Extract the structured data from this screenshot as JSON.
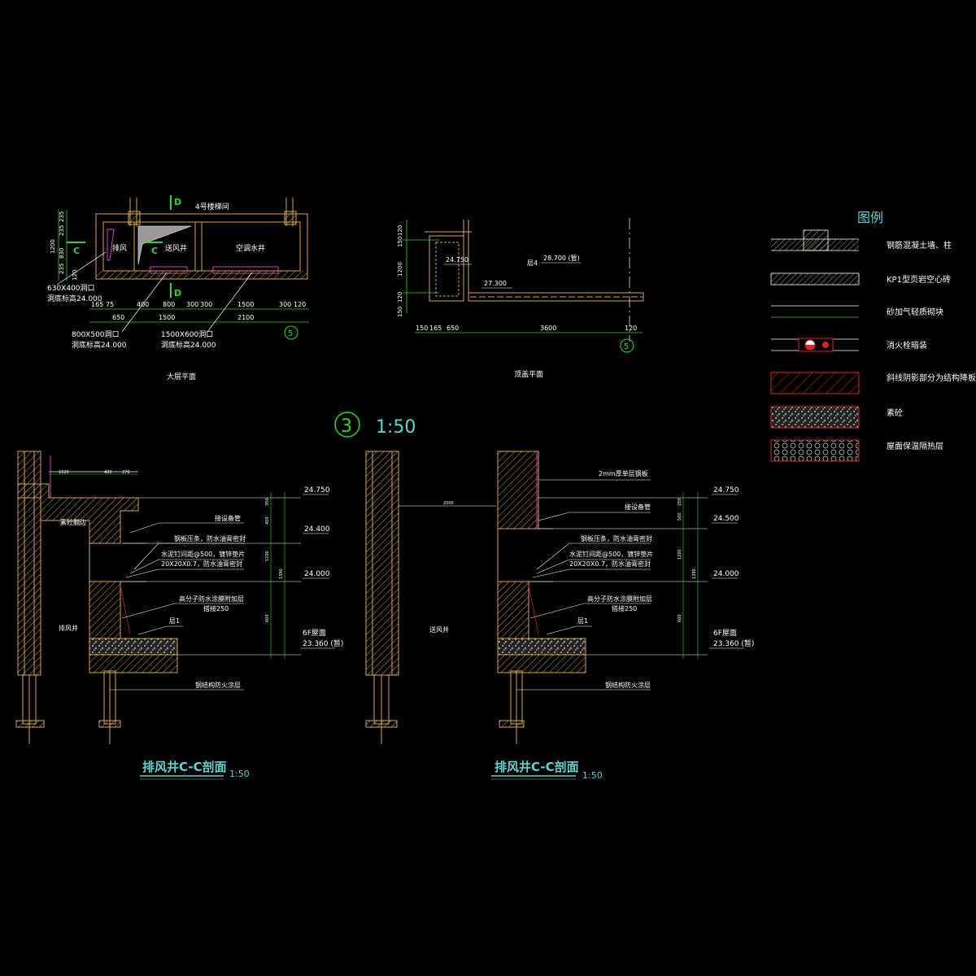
{
  "colors": {
    "background": "#000000",
    "wall": "#d7a64e",
    "line_white": "#ffffff",
    "line_cyan": "#3fd0c8",
    "line_green": "#22dd22",
    "text_cyan": "#5fd4d0",
    "text_yellow": "#f0d050",
    "text_white": "#ffffff",
    "accent_red": "#e02020",
    "accent_magenta": "#d040d0"
  },
  "plan1": {
    "title": "大层平面",
    "room_top_label": "4号楼梯间",
    "room_exhaust": "排风",
    "room_supply": "送风井",
    "room_ac": "空调水井",
    "cut_d": "D",
    "cut_c": "C",
    "dims_left": [
      "235",
      "235",
      "830",
      "235",
      "120",
      "1200"
    ],
    "dims_bottom_row1": [
      "165",
      "75",
      "400",
      "800",
      "300",
      "300",
      "1500",
      "300",
      "120"
    ],
    "dims_bottom_row2": [
      "650",
      "1500",
      "2100"
    ],
    "opening1_line1": "630X400洞口",
    "opening1_line2": "洞底标高24.000",
    "opening2_line1": "800X500洞口",
    "opening2_line2": "洞底标高24.000",
    "opening3_line1": "1500X600洞口",
    "opening3_line2": "洞底标高24.000",
    "axis_label": "5"
  },
  "plan2": {
    "title": "顶盖平面",
    "elev1": "24.750",
    "elev2": "28.700 (暂)",
    "elev2_prefix": "层4",
    "elev3": "27.300",
    "dims_left": [
      "120",
      "150",
      "1200",
      "120",
      "150"
    ],
    "dims_bottom": [
      "150",
      "165",
      "650",
      "3600",
      "120"
    ],
    "axis_label": "5"
  },
  "legend": {
    "title": "图例",
    "items": [
      {
        "label": "钢筋混凝土墙、柱"
      },
      {
        "label": "KP1型页岩空心砖"
      },
      {
        "label": "砂加气轻质砌块"
      },
      {
        "label": "消火栓暗装"
      },
      {
        "label": "斜线阴影部分为结构降板"
      },
      {
        "label": "素砼"
      },
      {
        "label": "屋面保温隔热层"
      }
    ]
  },
  "scale_marker": {
    "number": "3",
    "scale": "1:50"
  },
  "section_left": {
    "title": "排风井C-C剖面",
    "scale": "1:50",
    "shaft_label": "排风井",
    "note_concrete": "素砼翻边",
    "elevations": [
      "24.750",
      "24.400",
      "24.000",
      "23.360 (暂)"
    ],
    "elev_floor_label": "6F屋面",
    "annotations": [
      "接设备管",
      "钢板压条，防水油膏密封",
      "水泥钉间距@500，镀锌垫片",
      "20X20X0.7，防水油膏密封",
      "高分子防水涂膜附加层",
      "搭接250",
      "层1",
      "钢结构防火涂层"
    ],
    "dims_right": [
      "350",
      "400",
      "1200",
      "600",
      "1390"
    ],
    "dims_top": [
      "1020",
      "400",
      "270"
    ]
  },
  "section_right": {
    "title": "排风井C-C剖面",
    "scale": "1:50",
    "shaft_label": "送风井",
    "elevations": [
      "24.750",
      "24.500",
      "24.000",
      "23.360 (暂)"
    ],
    "elev_floor_label": "6F屋面",
    "annotations": [
      "2mm厚单层钢板",
      "接设备管",
      "钢板压条，防水油膏密封",
      "水泥钉间距@500，镀锌垫片",
      "20X20X0.7，防水油膏密封",
      "高分子防水涂膜附加层",
      "搭接250",
      "层1",
      "钢结构防火涂层"
    ],
    "dims_right": [
      "250",
      "500",
      "1200",
      "600",
      "1390"
    ],
    "dims_mid": [
      "2000"
    ]
  }
}
